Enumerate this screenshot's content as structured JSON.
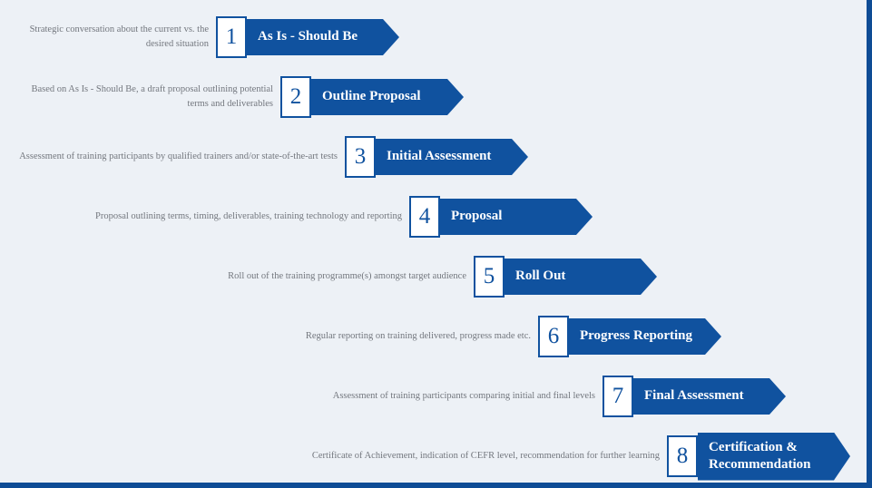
{
  "page": {
    "background_color": "#edf1f6",
    "accent_color": "#10529f",
    "description_text_color": "#73777e"
  },
  "steps": [
    {
      "number": "1",
      "label": "As Is - Should Be",
      "description": "Strategic conversation about the current vs. the desired situation"
    },
    {
      "number": "2",
      "label": "Outline Proposal",
      "description": "Based on As Is - Should Be, a draft proposal outlining potential terms and deliverables"
    },
    {
      "number": "3",
      "label": "Initial Assessment",
      "description": "Assessment of training participants by qualified trainers and/or state-of-the-art tests"
    },
    {
      "number": "4",
      "label": "Proposal",
      "description": "Proposal outlining terms, timing, deliverables, training technology and reporting"
    },
    {
      "number": "5",
      "label": "Roll Out",
      "description": "Roll out of the training programme(s) amongst target audience"
    },
    {
      "number": "6",
      "label": "Progress Reporting",
      "description": "Regular reporting on training delivered, progress made etc."
    },
    {
      "number": "7",
      "label": "Final Assessment",
      "description": "Assessment of training participants comparing initial and final  levels"
    },
    {
      "number": "8",
      "label": "Certification & Recommendation",
      "description": "Certificate of Achievement, indication of CEFR level, recommendation for further learning"
    }
  ]
}
